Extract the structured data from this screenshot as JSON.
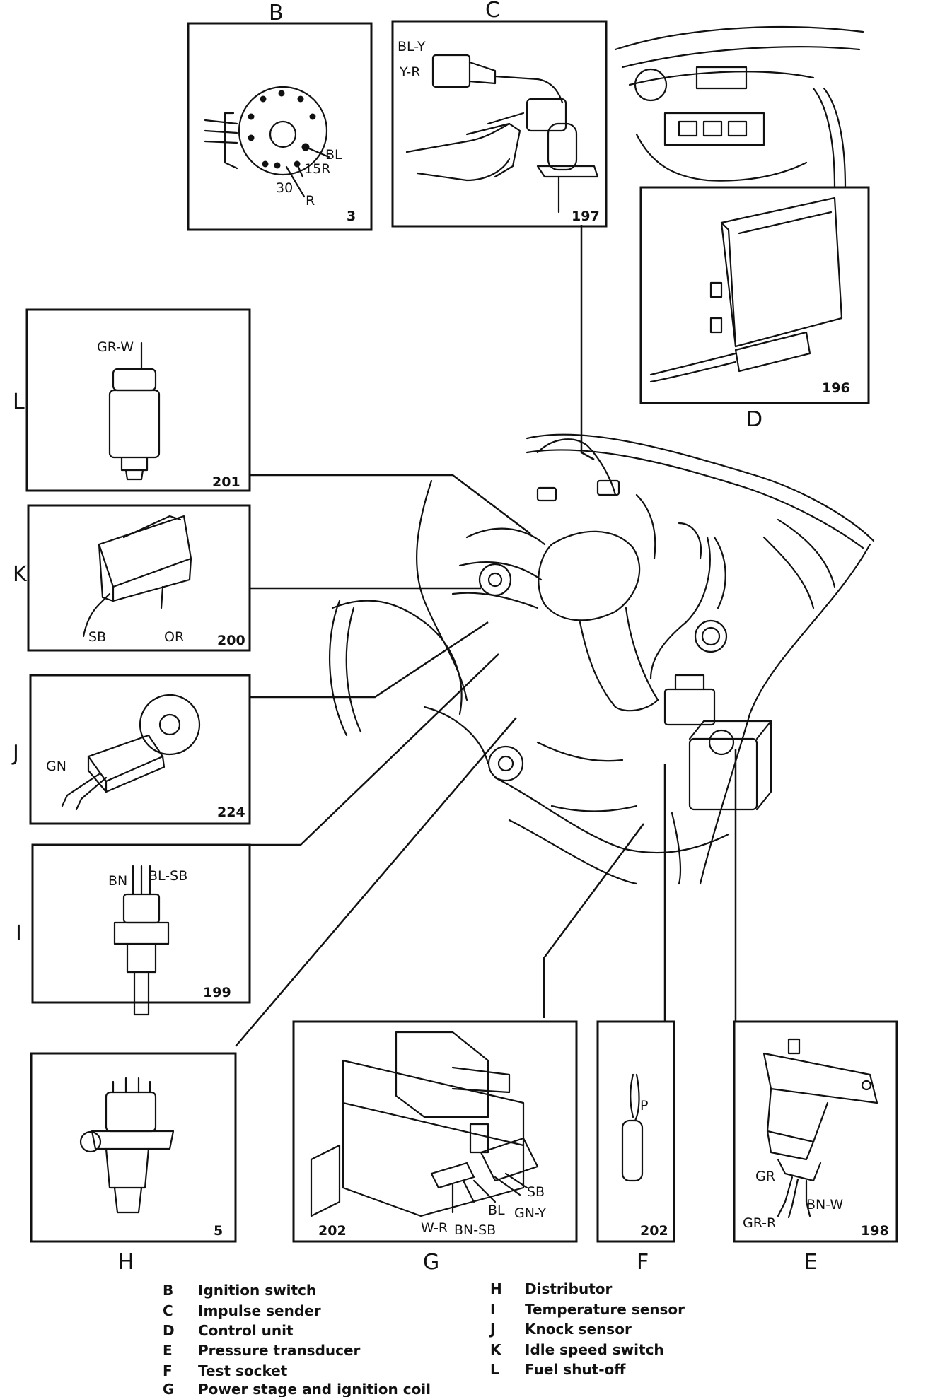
{
  "components": {
    "B": {
      "letter": "B",
      "ref": "3",
      "wires": [
        "BL",
        "15R",
        "30",
        "R"
      ]
    },
    "C": {
      "letter": "C",
      "ref": "197",
      "wires": [
        "BL-Y",
        "Y-R"
      ]
    },
    "D": {
      "letter": "D",
      "ref": "196"
    },
    "E": {
      "letter": "E",
      "ref": "198",
      "wires": [
        "GR",
        "GR-R",
        "BN-W"
      ]
    },
    "F": {
      "letter": "F",
      "ref": "202",
      "wires": [
        "P"
      ]
    },
    "G": {
      "letter": "G",
      "ref": "202",
      "wires": [
        "W-R",
        "BN-SB",
        "BL",
        "GN-Y",
        "SB"
      ]
    },
    "H": {
      "letter": "H",
      "ref": "5"
    },
    "I": {
      "letter": "I",
      "ref": "199",
      "wires": [
        "BN",
        "BL-SB"
      ]
    },
    "J": {
      "letter": "J",
      "ref": "224",
      "wires": [
        "GN"
      ]
    },
    "K": {
      "letter": "K",
      "ref": "200",
      "wires": [
        "SB",
        "OR"
      ]
    },
    "L": {
      "letter": "L",
      "ref": "201",
      "wires": [
        "GR-W"
      ]
    }
  },
  "legend": [
    {
      "code": "B",
      "text": "Ignition switch"
    },
    {
      "code": "C",
      "text": "Impulse sender"
    },
    {
      "code": "D",
      "text": "Control unit"
    },
    {
      "code": "E",
      "text": "Pressure transducer"
    },
    {
      "code": "F",
      "text": "Test socket"
    },
    {
      "code": "G",
      "text": "Power stage and ignition coil"
    },
    {
      "code": "H",
      "text": "Distributor"
    },
    {
      "code": "I",
      "text": "Temperature sensor"
    },
    {
      "code": "J",
      "text": "Knock sensor"
    },
    {
      "code": "K",
      "text": "Idle speed switch"
    },
    {
      "code": "L",
      "text": "Fuel shut-off"
    }
  ]
}
